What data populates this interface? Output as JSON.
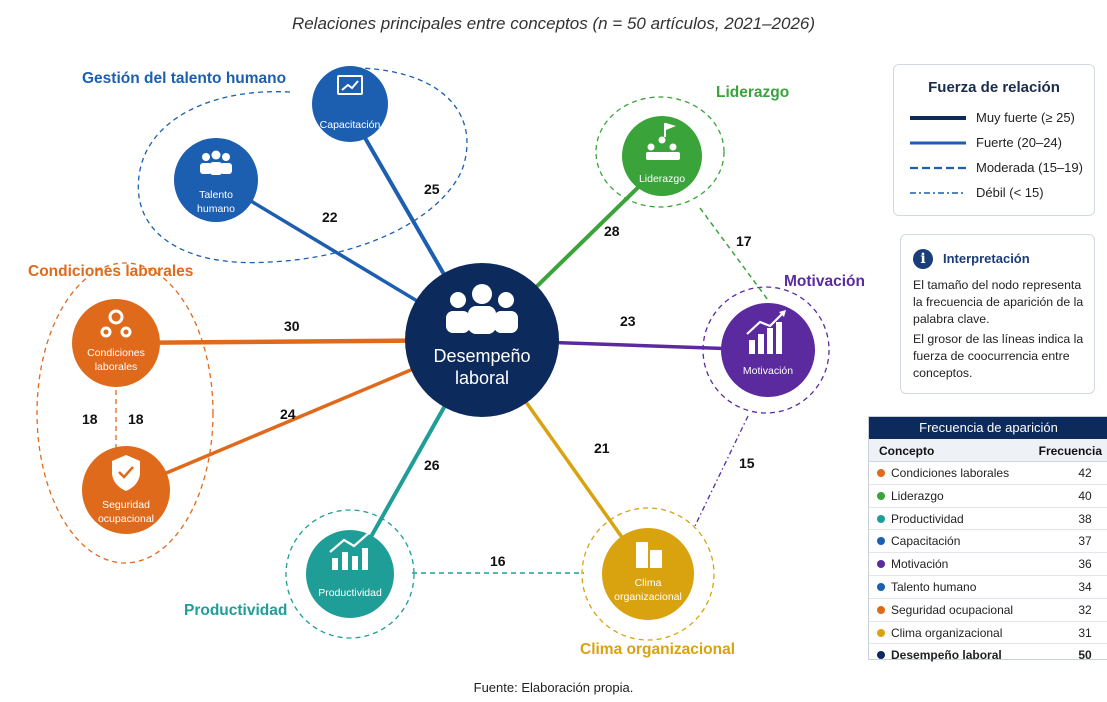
{
  "subtitle": "Relaciones principales entre conceptos (n = 50 artículos, 2021–2026)",
  "footer": "Fuente: Elaboración propia.",
  "center": {
    "line1": "Desempeño",
    "line2": "laboral",
    "color": "#0d2a5c"
  },
  "nodes": {
    "capacitacion": {
      "label1": "Capacitación",
      "label2": "",
      "color": "#1c5fb0",
      "icon": "presentation-board-icon"
    },
    "talento": {
      "label1": "Talento",
      "label2": "humano",
      "color": "#1c5fb0",
      "icon": "group-people-icon"
    },
    "liderazgo": {
      "label1": "Liderazgo",
      "label2": "",
      "color": "#3aa43a",
      "icon": "leader-flag-icon"
    },
    "motivacion": {
      "label1": "Motivación",
      "label2": "",
      "color": "#5b2a9e",
      "icon": "bar-growth-icon"
    },
    "condiciones": {
      "label1": "Condiciones",
      "label2": "laborales",
      "color": "#e06a1b",
      "icon": "gears-icon"
    },
    "seguridad": {
      "label1": "Seguridad",
      "label2": "ocupacional",
      "color": "#e06a1b",
      "icon": "shield-check-icon"
    },
    "productividad": {
      "label1": "Productividad",
      "label2": "",
      "color": "#1f9e97",
      "icon": "growth-chart-icon"
    },
    "clima": {
      "label1": "Clima",
      "label2": "organizacional",
      "color": "#d9a20f",
      "icon": "buildings-icon"
    }
  },
  "groups": {
    "gestion": "Gestión del talento humano",
    "liderazgo": "Liderazgo",
    "motivacion": "Motivación",
    "condiciones": "Condiciones laborales",
    "productividad": "Productividad",
    "clima": "Clima organizacional"
  },
  "edges": {
    "capacitacion": "25",
    "talento": "22",
    "liderazgo": "28",
    "motivacion": "23",
    "condiciones": "30",
    "seguridad": "24",
    "productividad": "26",
    "clima": "21",
    "liderazgo_motivacion": "17",
    "motivacion_clima": "15",
    "productividad_clima": "16",
    "condiciones_seguridad_a": "18",
    "condiciones_seguridad_b": "18"
  },
  "legend": {
    "title": "Fuerza de relación",
    "items": [
      "Muy fuerte (≥ 25)",
      "Fuerte (20–24)",
      "Moderada (15–19)",
      "Débil (< 15)"
    ]
  },
  "interpretation": {
    "icon": "info-icon",
    "icon_char": "i",
    "title": "Interpretación",
    "p1": "El tamaño del nodo representa la frecuencia de aparición de la palabra clave.",
    "p2": "El grosor de las líneas indica la fuerza de coocurrencia entre conceptos."
  },
  "frequency_table": {
    "title": "Frecuencia de aparición",
    "col_concept": "Concepto",
    "col_freq": "Frecuencia",
    "rows": [
      {
        "concept": "Condiciones laborales",
        "freq": "42",
        "color": "#e06a1b"
      },
      {
        "concept": "Liderazgo",
        "freq": "40",
        "color": "#3aa43a"
      },
      {
        "concept": "Productividad",
        "freq": "38",
        "color": "#1f9e97"
      },
      {
        "concept": "Capacitación",
        "freq": "37",
        "color": "#1c5fb0"
      },
      {
        "concept": "Motivación",
        "freq": "36",
        "color": "#5b2a9e"
      },
      {
        "concept": "Talento humano",
        "freq": "34",
        "color": "#1c5fb0"
      },
      {
        "concept": "Seguridad ocupacional",
        "freq": "32",
        "color": "#e06a1b"
      },
      {
        "concept": "Clima organizacional",
        "freq": "31",
        "color": "#d9a20f"
      },
      {
        "concept": "Desempeño laboral",
        "freq": "50",
        "color": "#0d2a5c"
      }
    ]
  }
}
